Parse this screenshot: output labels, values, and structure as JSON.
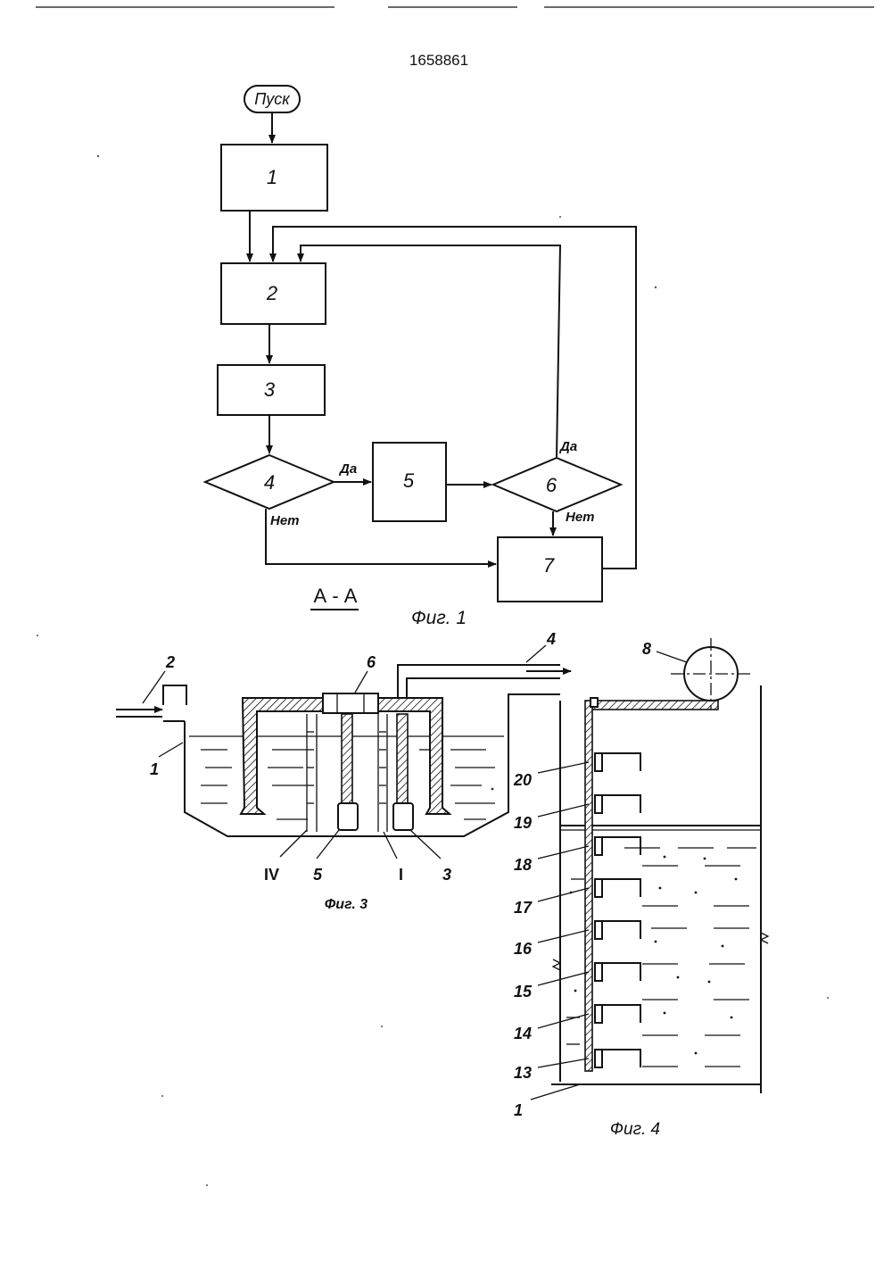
{
  "document": {
    "number": "1658861"
  },
  "fig1": {
    "start_label": "Пуск",
    "blocks": [
      "1",
      "2",
      "3",
      "4",
      "5",
      "6",
      "7"
    ],
    "yes_label": "Да",
    "no_label": "Нет",
    "section_label": "А - А",
    "caption": "Фиг. 1"
  },
  "fig3": {
    "caption": "Фиг. 3",
    "labels": [
      "1",
      "2",
      "3",
      "4",
      "5",
      "6",
      "IV",
      "I"
    ]
  },
  "fig4": {
    "caption": "Фиг. 4",
    "labels": [
      "8",
      "20",
      "19",
      "18",
      "17",
      "16",
      "15",
      "14",
      "13",
      "1"
    ]
  }
}
